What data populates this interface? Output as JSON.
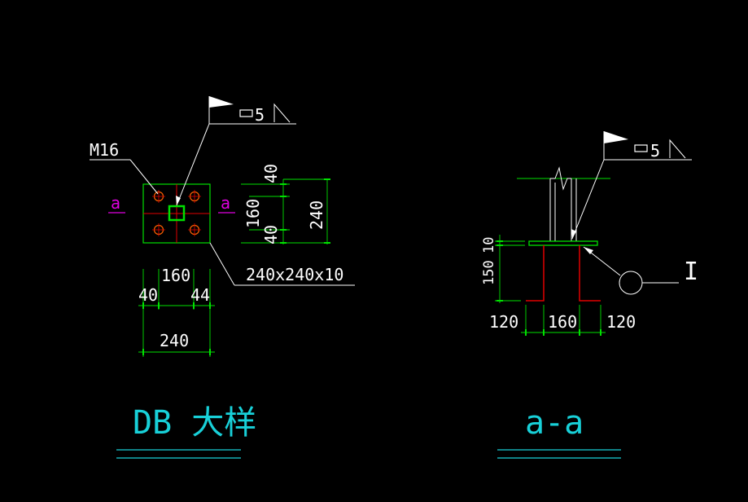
{
  "colors": {
    "background": "#000000",
    "white": "#ffffff",
    "green": "#00e000",
    "red": "#e00000",
    "magenta": "#e000e0",
    "orange": "#ff6000",
    "cyan": "#18d0d8"
  },
  "left_view": {
    "bolt_label": "M16",
    "section_mark_left": "a",
    "section_mark_right": "a",
    "weld_size": "5",
    "plate_spec": "240x240x10",
    "dims_vertical": {
      "top": "40",
      "mid": "160",
      "bottom": "40",
      "total": "240"
    },
    "dims_horizontal": {
      "left": "40",
      "mid": "160",
      "right": "44",
      "total": "240"
    },
    "title": "DB 大样"
  },
  "right_view": {
    "weld_size": "5",
    "dims_vertical": {
      "plate": "10",
      "pedestal": "150"
    },
    "dims_horizontal": {
      "left": "120",
      "mid": "160",
      "right": "120"
    },
    "detail_mark": "I",
    "title": "a-a"
  }
}
